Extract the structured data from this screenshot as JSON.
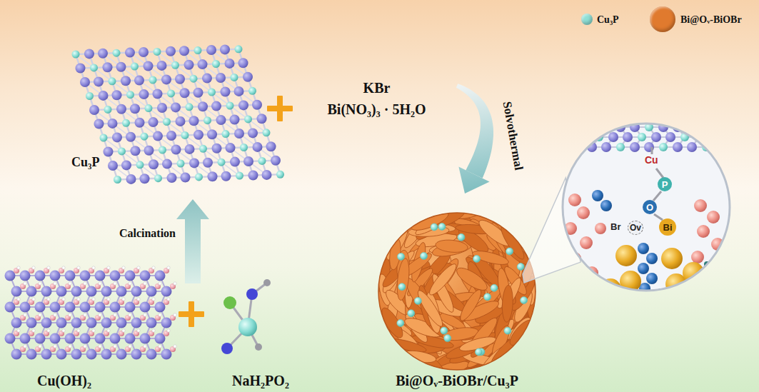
{
  "diagram": {
    "nodes": [
      {
        "text": [
          "Cu₃P"
        ]
      },
      {
        "text": [
          "KBr",
          "Bi(NO₃)₃ · 5H₂O"
        ]
      },
      {
        "text": [
          "Cu(OH)₂"
        ]
      },
      {
        "text": [
          "NaH₂PO₂"
        ]
      },
      {
        "text": [
          "Bi@Oᵥ-BiOBr/Cu₃P"
        ]
      },
      {
        "text": [
          "Cu",
          "P",
          "O",
          "Br",
          "Ov",
          "Bi"
        ]
      }
    ],
    "edges": [
      {
        "from": 2,
        "to": 0,
        "arrow": "to",
        "label": "Calcination"
      },
      {
        "from": 1,
        "to": 4,
        "arrow": "to",
        "label": "Solvothermal"
      },
      {
        "from": 4,
        "to": 5,
        "arrow": "none"
      }
    ],
    "legend": [
      {
        "text": "Cu₃P",
        "color": "#8fe0d6"
      },
      {
        "text": "Bi@Oᵥ-BiOBr",
        "color": "#e07a2e"
      }
    ]
  }
}
